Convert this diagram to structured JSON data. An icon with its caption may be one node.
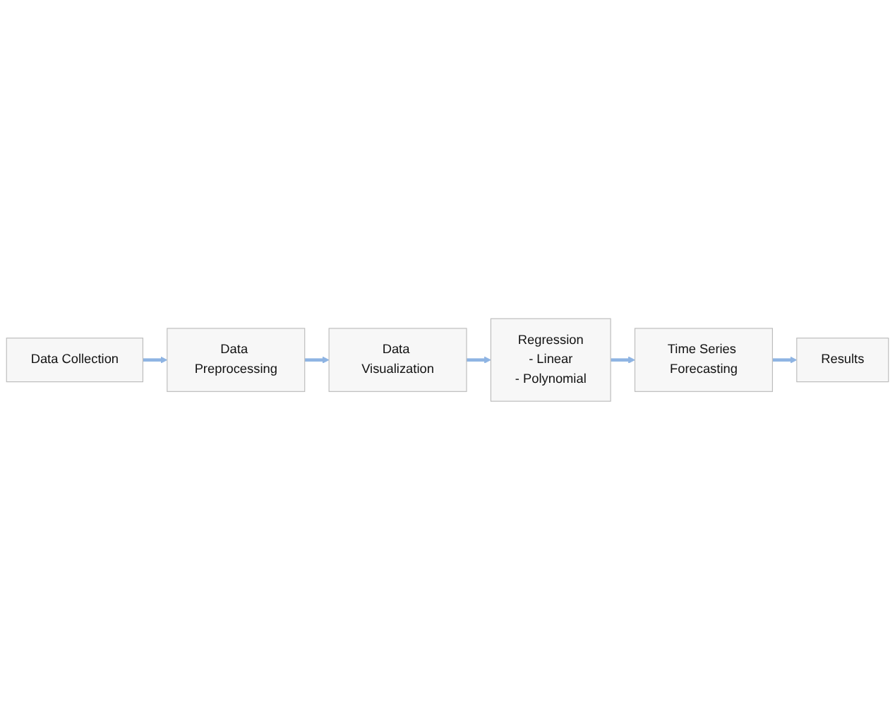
{
  "diagram": {
    "nodes": [
      {
        "text": [
          "Data Collection"
        ]
      },
      {
        "text": [
          "Data Preprocessing"
        ]
      },
      {
        "text": [
          "Data Visualization"
        ]
      },
      {
        "text": [
          "Regression",
          "- Linear",
          "- Polynomial"
        ]
      },
      {
        "text": [
          "Time Series Forecasting"
        ]
      },
      {
        "text": [
          "Results"
        ]
      }
    ],
    "edges": [
      {
        "from": 0,
        "to": 1,
        "arrow": "to"
      },
      {
        "from": 1,
        "to": 2,
        "arrow": "to"
      },
      {
        "from": 2,
        "to": 3,
        "arrow": "to"
      },
      {
        "from": 3,
        "to": 4,
        "arrow": "to"
      },
      {
        "from": 4,
        "to": 5,
        "arrow": "to"
      }
    ]
  }
}
